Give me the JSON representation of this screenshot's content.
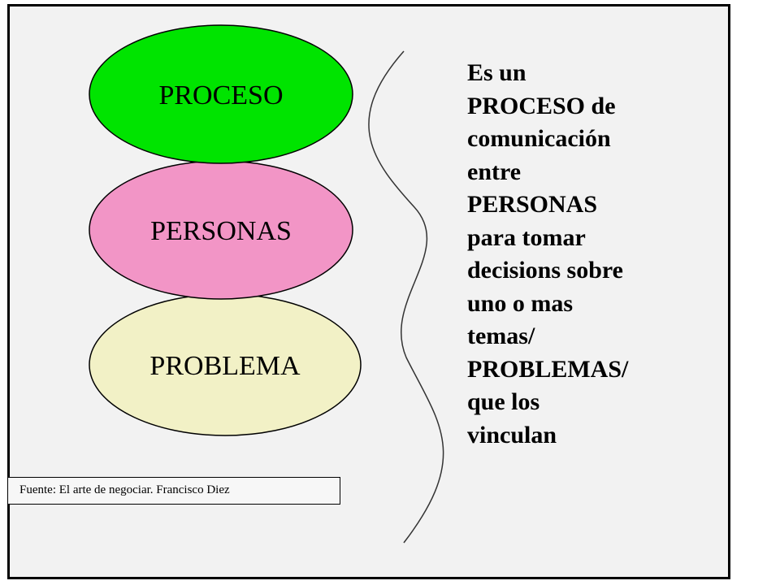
{
  "diagram": {
    "ovals": [
      {
        "label": "PROCESO",
        "color": "#00e400"
      },
      {
        "label": "PERSONAS",
        "color": "#f295c6"
      },
      {
        "label": "PROBLEMA",
        "color": "#f2f1c6"
      }
    ],
    "description_lines": [
      "Es un",
      "PROCESO de",
      "comunicación",
      "entre",
      "PERSONAS",
      "para tomar",
      "decisions sobre",
      "uno o mas",
      "temas/",
      "PROBLEMAS/",
      "que los",
      "vinculan"
    ],
    "source": "Fuente: El arte de negociar. Francisco Diez"
  }
}
